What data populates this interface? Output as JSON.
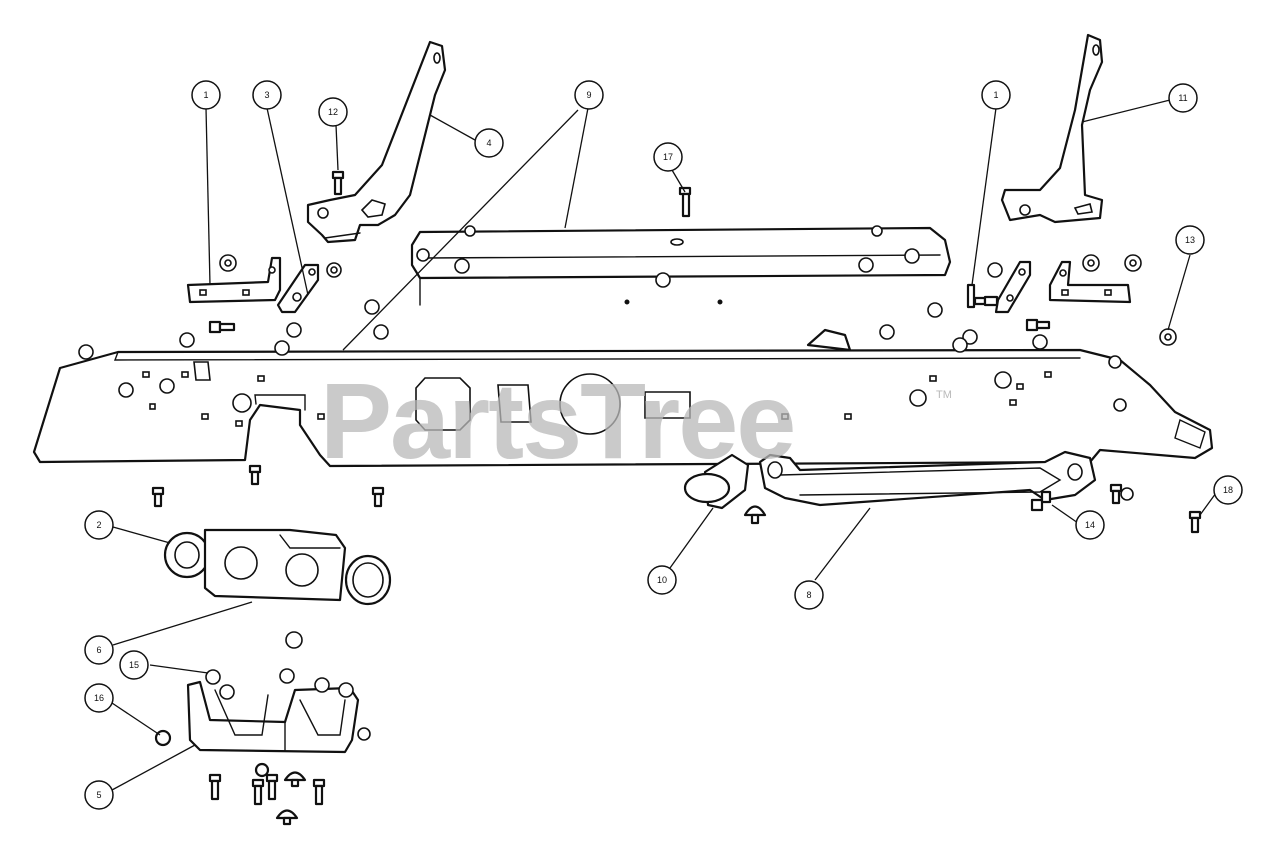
{
  "watermark": {
    "text": "PartsTree",
    "trademark": "TM",
    "color": "#b9b9b9"
  },
  "callouts": [
    {
      "id": "c1a",
      "label": "1"
    },
    {
      "id": "c3",
      "label": "3"
    },
    {
      "id": "c12",
      "label": "12"
    },
    {
      "id": "c4",
      "label": "4"
    },
    {
      "id": "c9",
      "label": "9"
    },
    {
      "id": "c17",
      "label": "17"
    },
    {
      "id": "c1b",
      "label": "1"
    },
    {
      "id": "c11",
      "label": "11"
    },
    {
      "id": "c13",
      "label": "13"
    },
    {
      "id": "c2",
      "label": "2"
    },
    {
      "id": "c6",
      "label": "6"
    },
    {
      "id": "c15",
      "label": "15"
    },
    {
      "id": "c16",
      "label": "16"
    },
    {
      "id": "c5",
      "label": "5"
    },
    {
      "id": "c10",
      "label": "10"
    },
    {
      "id": "c8",
      "label": "8"
    },
    {
      "id": "c14",
      "label": "14"
    },
    {
      "id": "c18",
      "label": "18"
    }
  ]
}
